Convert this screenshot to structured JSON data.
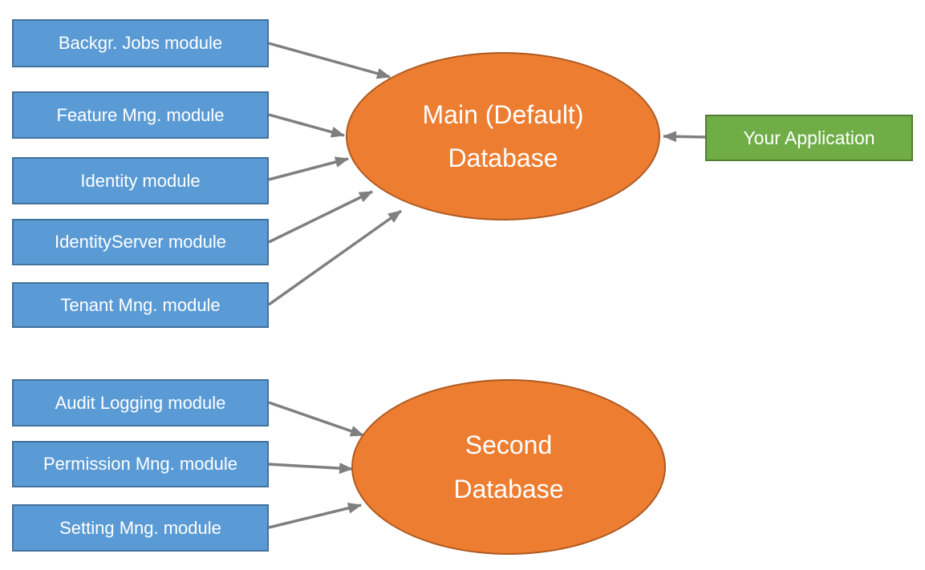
{
  "diagram": {
    "main_database": {
      "label_line1": "Main (Default)",
      "label_line2": "Database"
    },
    "second_database": {
      "label_line1": "Second",
      "label_line2": "Database"
    },
    "application": {
      "label": "Your Application"
    },
    "main_modules": [
      {
        "label": "Backgr. Jobs module"
      },
      {
        "label": "Feature Mng. module"
      },
      {
        "label": "Identity module"
      },
      {
        "label": "IdentityServer module"
      },
      {
        "label": "Tenant Mng. module"
      }
    ],
    "second_modules": [
      {
        "label": "Audit Logging module"
      },
      {
        "label": "Permission Mng. module"
      },
      {
        "label": "Setting Mng. module"
      }
    ],
    "connections": [
      {
        "from": "Backgr. Jobs module",
        "to": "Main (Default) Database"
      },
      {
        "from": "Feature Mng. module",
        "to": "Main (Default) Database"
      },
      {
        "from": "Identity module",
        "to": "Main (Default) Database"
      },
      {
        "from": "IdentityServer module",
        "to": "Main (Default) Database"
      },
      {
        "from": "Tenant Mng. module",
        "to": "Main (Default) Database"
      },
      {
        "from": "Audit Logging module",
        "to": "Second Database"
      },
      {
        "from": "Permission Mng. module",
        "to": "Second Database"
      },
      {
        "from": "Setting Mng. module",
        "to": "Second Database"
      },
      {
        "from": "Your Application",
        "to": "Main (Default) Database"
      }
    ],
    "colors": {
      "module_fill": "#5B9BD5",
      "module_border": "#41719C",
      "database_fill": "#ED7D31",
      "database_border": "#AE5A21",
      "application_fill": "#70AD47",
      "application_border": "#507E32",
      "arrow": "#7F7F7F",
      "text": "#FFFFFF"
    }
  }
}
